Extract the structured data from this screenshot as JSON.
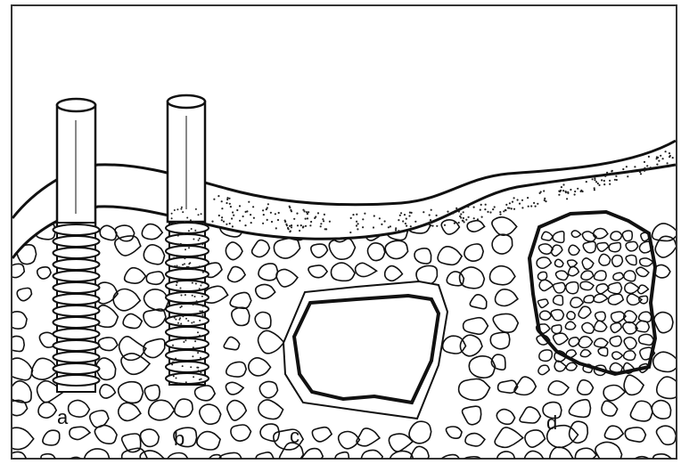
{
  "diagram": {
    "labels": {
      "a": "a",
      "b": "b",
      "c": "c",
      "d": "d"
    },
    "colors": {
      "outline": "#111111",
      "fill": "#ffffff",
      "frame": "#333333"
    }
  }
}
